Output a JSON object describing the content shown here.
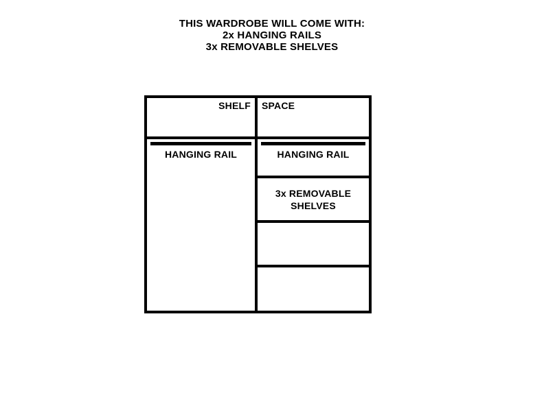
{
  "page": {
    "background_color": "#ffffff",
    "line_color": "#000000",
    "text_color": "#000000"
  },
  "header": {
    "lines": [
      "THIS WARDROBE WILL COME WITH:",
      "2x HANGING RAILS",
      "3x REMOVABLE SHELVES"
    ]
  },
  "diagram": {
    "top_row": {
      "left_cell_label": "SHELF",
      "right_cell_label": "SPACE"
    },
    "left_column": {
      "rail_label": "HANGING RAIL"
    },
    "right_column": {
      "rail_label": "HANGING RAIL",
      "shelves": [
        {
          "label": "3x REMOVABLE\nSHELVES"
        },
        {
          "label": ""
        },
        {
          "label": ""
        }
      ]
    }
  }
}
